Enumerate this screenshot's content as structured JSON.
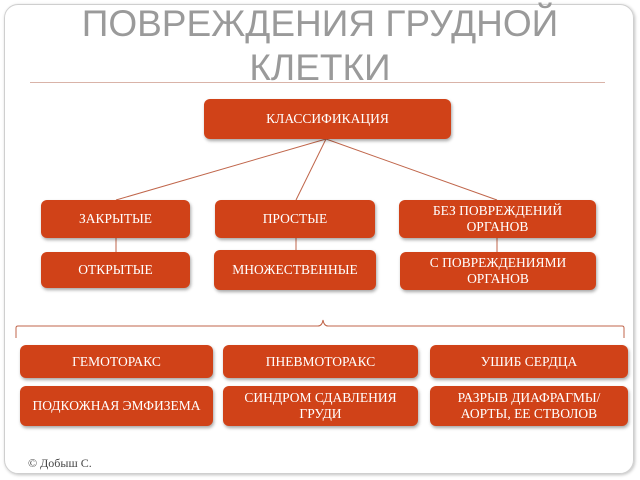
{
  "title": "ПОВРЕЖДЕНИЯ ГРУДНОЙ КЛЕТКИ",
  "nodes": {
    "root": "КЛАССИФИКАЦИЯ",
    "closed": "ЗАКРЫТЫЕ",
    "open": "ОТКРЫТЫЕ",
    "simple": "ПРОСТЫЕ",
    "multiple": "МНОЖЕСТВЕННЫЕ",
    "no_organ_damage": "БЕЗ ПОВРЕЖДЕНИЙ ОРГАНОВ",
    "with_organ_damage": "С ПОВРЕЖДЕНИЯМИ ОРГАНОВ",
    "hemothorax": "ГЕМОТОРАКС",
    "pneumothorax": "ПНЕВМОТОРАКС",
    "heart_contusion": "УШИБ СЕРДЦА",
    "subcutaneous_emphysema": "ПОДКОЖНАЯ ЭМФИЗЕМА",
    "chest_compression": "СИНДРОМ СДАВЛЕНИЯ ГРУДИ",
    "rupture": "РАЗРЫВ ДИАФРАГМЫ/ АОРТЫ, ЕЕ СТВОЛОВ"
  },
  "footer": "© Добыш С.",
  "colors": {
    "node_fill": "#d04218",
    "node_text": "#ffffff",
    "connector": "#c0664b",
    "title": "#9a9a9a"
  }
}
